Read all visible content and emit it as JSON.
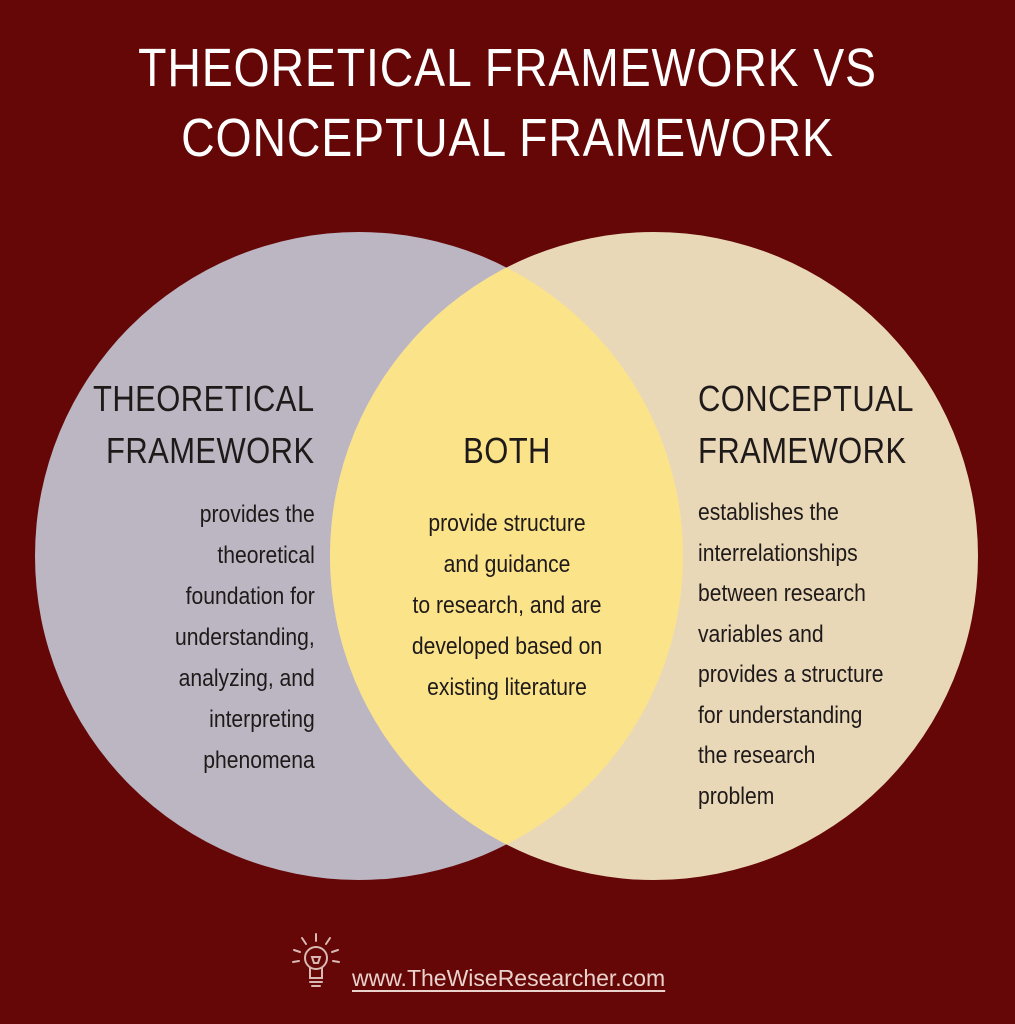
{
  "title": {
    "line1": "THEORETICAL FRAMEWORK VS",
    "line2": "CONCEPTUAL FRAMEWORK"
  },
  "colors": {
    "background": "#650707",
    "left_circle": "#bcb6c2",
    "right_circle": "#e9d8b8",
    "overlap": "#fbe38a"
  },
  "left": {
    "heading1": "THEORETICAL",
    "heading2": "FRAMEWORK",
    "lines": [
      "provides the",
      "theoretical",
      "foundation for",
      "understanding,",
      "analyzing, and",
      "interpreting",
      "phenomena"
    ]
  },
  "both": {
    "heading": "BOTH",
    "lines": [
      "provide structure",
      "and guidance",
      "to research, and are",
      "developed based on",
      "existing literature"
    ]
  },
  "right": {
    "heading1": "CONCEPTUAL",
    "heading2": "FRAMEWORK",
    "lines": [
      "establishes the",
      "interrelationships",
      "between research",
      "variables and",
      "provides a structure",
      "for understanding",
      "the research",
      "problem"
    ]
  },
  "footer": {
    "url": "www.TheWiseResearcher.com",
    "logo_icon": "lightbulb-icon"
  }
}
